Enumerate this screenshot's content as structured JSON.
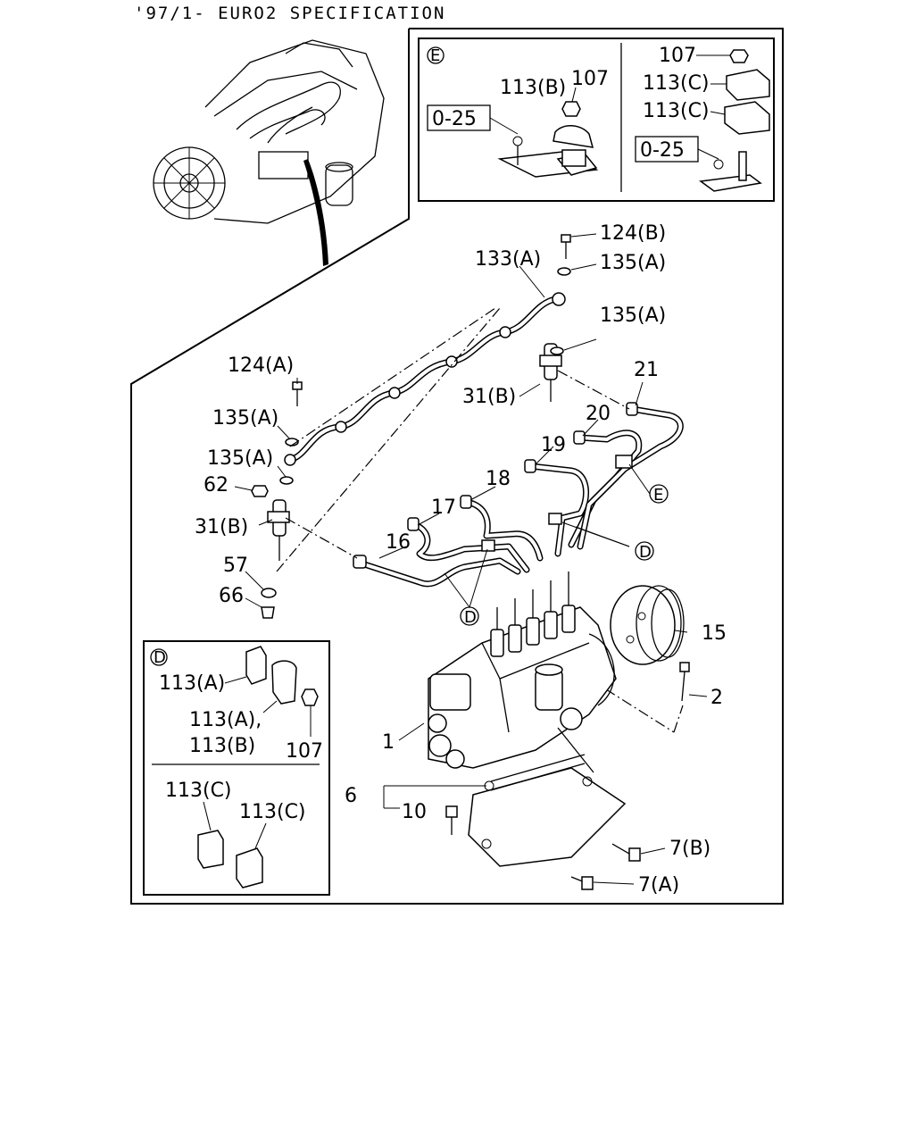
{
  "title": "'97/1- EURO2 SPECIFICATION",
  "inset_e": {
    "marker": "E",
    "labels": [
      "107",
      "113(C)",
      "113(C)",
      "113(B)",
      "107"
    ],
    "torque": [
      "0-25",
      "0-25"
    ]
  },
  "inset_d": {
    "marker": "D",
    "labels": [
      "113(A)",
      "113(A),",
      "113(B)",
      "107",
      "113(C)",
      "113(C)"
    ]
  },
  "callouts": {
    "c124b": "124(B)",
    "c133a": "133(A)",
    "c135a_1": "135(A)",
    "c135a_2": "135(A)",
    "c124a": "124(A)",
    "c31b_1": "31(B)",
    "c21": "21",
    "c135a_3": "135(A)",
    "c20": "20",
    "c135a_4": "135(A)",
    "c19": "19",
    "c62": "62",
    "c18": "18",
    "c31b_2": "31(B)",
    "c17": "17",
    "c16": "16",
    "c57": "57",
    "c66": "66",
    "c15": "15",
    "c2": "2",
    "c1": "1",
    "c6": "6",
    "c10": "10",
    "c7b": "7(B)",
    "c7a": "7(A)",
    "markE": "E",
    "markD1": "D",
    "markD2": "D"
  }
}
